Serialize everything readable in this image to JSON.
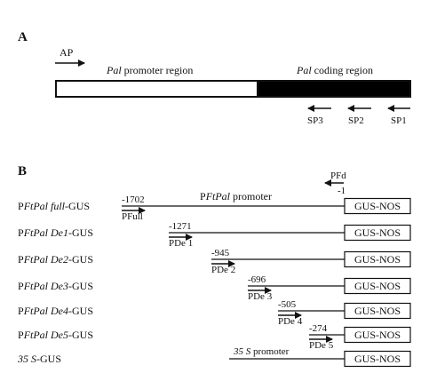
{
  "panel_a": {
    "label": "A",
    "ap_label": "AP",
    "promoter_region": {
      "italic": "Pal",
      "rest": " promoter region"
    },
    "coding_region": {
      "italic": "Pal",
      "rest": " coding region"
    },
    "primers": [
      "SP3",
      "SP2",
      "SP1"
    ]
  },
  "panel_b": {
    "label": "B",
    "pfd_label": "PFd",
    "minus_one": "-1",
    "promoter_caption": {
      "prefix": "P",
      "italic": "FtPal",
      "suffix": "  promoter"
    },
    "s35_caption": {
      "italic": "35 S",
      "suffix": " promoter"
    },
    "constructs": [
      {
        "name_prefix": "P",
        "name_italic": "FtPal full",
        "name_suffix": "-GUS",
        "position": "-1702",
        "primer": "PFull",
        "box": "GUS-NOS"
      },
      {
        "name_prefix": "P",
        "name_italic": "FtPal De1",
        "name_suffix": "-GUS",
        "position": "-1271",
        "primer": "PDe 1",
        "box": "GUS-NOS"
      },
      {
        "name_prefix": "P",
        "name_italic": "FtPal De2",
        "name_suffix": "-GUS",
        "position": "-945",
        "primer": "PDe 2",
        "box": "GUS-NOS"
      },
      {
        "name_prefix": "P",
        "name_italic": "FtPal De3",
        "name_suffix": "-GUS",
        "position": "-696",
        "primer": "PDe 3",
        "box": "GUS-NOS"
      },
      {
        "name_prefix": "P",
        "name_italic": "FtPal De4",
        "name_suffix": "-GUS",
        "position": "-505",
        "primer": "PDe 4",
        "box": "GUS-NOS"
      },
      {
        "name_prefix": "P",
        "name_italic": "FtPal De5",
        "name_suffix": "-GUS",
        "position": "-274",
        "primer": "PDe 5",
        "box": "GUS-NOS"
      },
      {
        "name_prefix": "",
        "name_italic": "35 S",
        "name_suffix": "-GUS",
        "position": "",
        "primer": "",
        "box": "GUS-NOS"
      }
    ]
  }
}
